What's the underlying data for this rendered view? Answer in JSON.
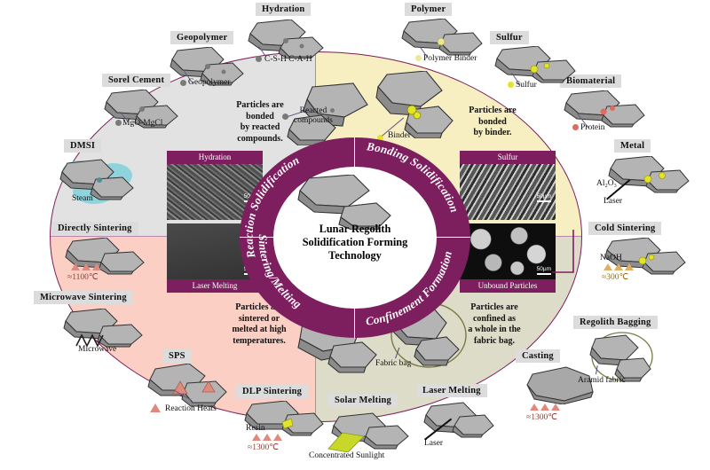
{
  "center": {
    "title_line1": "Lunar Regolith",
    "title_line2": "Solidification Forming",
    "title_line3": "Technology"
  },
  "ring_labels": {
    "top_left": "Reaction Solidification",
    "top_right": "Bonding Solidification",
    "bottom_left": "Sintering/Melting",
    "bottom_right": "Confinement Formation"
  },
  "quadrants": {
    "reaction": {
      "color": "#e2e2e2",
      "statement": [
        "Particles are",
        "bonded",
        "by reacted",
        "compounds."
      ],
      "particle_label": [
        "Reacted",
        "compounds"
      ],
      "micrograph": {
        "title": "Hydration",
        "title_position": "top",
        "scale": "50µm"
      }
    },
    "bonding": {
      "color": "#f7eec2",
      "statement": [
        "Particles are",
        "bonded",
        "by binder."
      ],
      "particle_label": [
        "Binder"
      ],
      "micrograph": {
        "title": "Sulfur",
        "title_position": "top",
        "scale": "50µm"
      }
    },
    "sintering": {
      "color": "#fbcfc4",
      "statement": [
        "Particles are",
        "sintered or",
        "melted at high",
        "temperatures."
      ],
      "particle_label": [],
      "micrograph": {
        "title": "Laser Melting",
        "title_position": "bottom",
        "scale": "50µm"
      }
    },
    "confinement": {
      "color": "#dcdcc8",
      "statement": [
        "Particles are",
        "confined as",
        "a whole in the",
        "fabric bag."
      ],
      "particle_label": [
        "Fabric bag"
      ],
      "micrograph": {
        "title": "Unbound Particles",
        "title_position": "bottom",
        "scale": "50µm"
      }
    }
  },
  "methods": {
    "sorel_cement": {
      "title": "Sorel Cement",
      "caption": "MgO-MgCl"
    },
    "geopolymer": {
      "title": "Geopolymer",
      "caption": "Geopolymer"
    },
    "hydration": {
      "title": "Hydration",
      "caption": "C-S-H  C-A-H"
    },
    "polymer": {
      "title": "Polymer",
      "caption": "Polymer Binder"
    },
    "sulfur": {
      "title": "Sulfur",
      "caption": "Sulfur"
    },
    "biomaterial": {
      "title": "Biomaterial",
      "caption": "Protein"
    },
    "metal": {
      "title": "Metal",
      "caption": "Al₂O₃",
      "caption2": "Laser"
    },
    "cold_sintering": {
      "title": "Cold Sintering",
      "caption": "NaOH",
      "caption2": "≈300℃"
    },
    "regolith_bagging": {
      "title": "Regolith Bagging",
      "caption": "Aramid fabric"
    },
    "casting": {
      "title": "Casting",
      "caption": "≈1300℃"
    },
    "laser_melting": {
      "title": "Laser Melting",
      "caption": "Laser"
    },
    "solar_melting": {
      "title": "Solar Melting",
      "caption": "Concentrated Sunlight"
    },
    "dlp_sintering": {
      "title": "DLP Sintering",
      "caption": "Resin",
      "caption2": "≈1300℃"
    },
    "sps": {
      "title": "SPS",
      "caption": "Reaction Heats"
    },
    "microwave_sintering": {
      "title": "Microwave Sintering",
      "caption": "Microwave"
    },
    "directly_sintering": {
      "title": "Directly Sintering",
      "caption": "≈1100℃"
    },
    "dmsi": {
      "title": "DMSI",
      "caption": "Steam"
    }
  },
  "palette": {
    "ring_purple": "#7d1f5e",
    "title_chip_gray": "#dcdcdc",
    "reaction_gray": "#e2e2e2",
    "bonding_yellow": "#f7eec2",
    "sintering_pink": "#fbcfc4",
    "confinement_olive": "#dcdcc8",
    "rock_light": "#b4b4b4",
    "rock_dark": "#8c8c8c",
    "binder_yellow": "#e3e32a",
    "steam_cyan": "#8fd3dc",
    "heat_red": "#e08a7e",
    "protein_red": "#e06a5e",
    "sunlight_green": "#c8d82a"
  }
}
